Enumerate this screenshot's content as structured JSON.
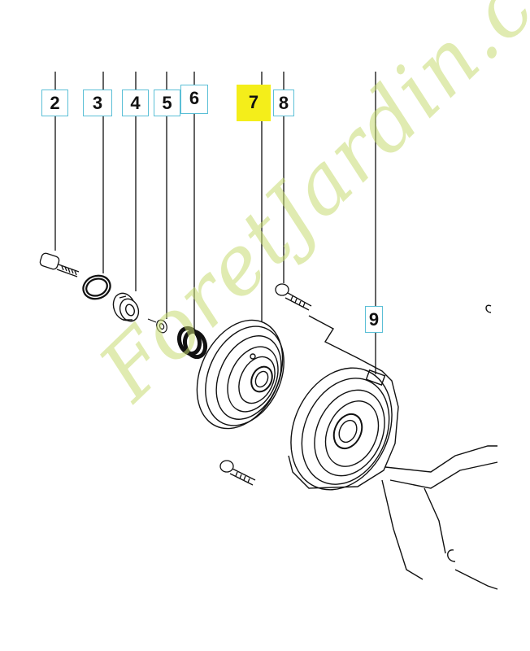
{
  "callouts": [
    {
      "id": "c2",
      "label": "2",
      "highlight": false
    },
    {
      "id": "c3",
      "label": "3",
      "highlight": false
    },
    {
      "id": "c4",
      "label": "4",
      "highlight": false
    },
    {
      "id": "c5",
      "label": "5",
      "highlight": false
    },
    {
      "id": "c6",
      "label": "6",
      "highlight": false
    },
    {
      "id": "c7",
      "label": "7",
      "highlight": true
    },
    {
      "id": "c8",
      "label": "8",
      "highlight": false
    },
    {
      "id": "c9",
      "label": "9",
      "highlight": false
    }
  ],
  "watermark": "ForetJardin.com",
  "colors": {
    "highlight": "#f4ee1a",
    "callout_border": "#5bbfd6",
    "watermark": "#c8dc72",
    "line": "#111111"
  }
}
